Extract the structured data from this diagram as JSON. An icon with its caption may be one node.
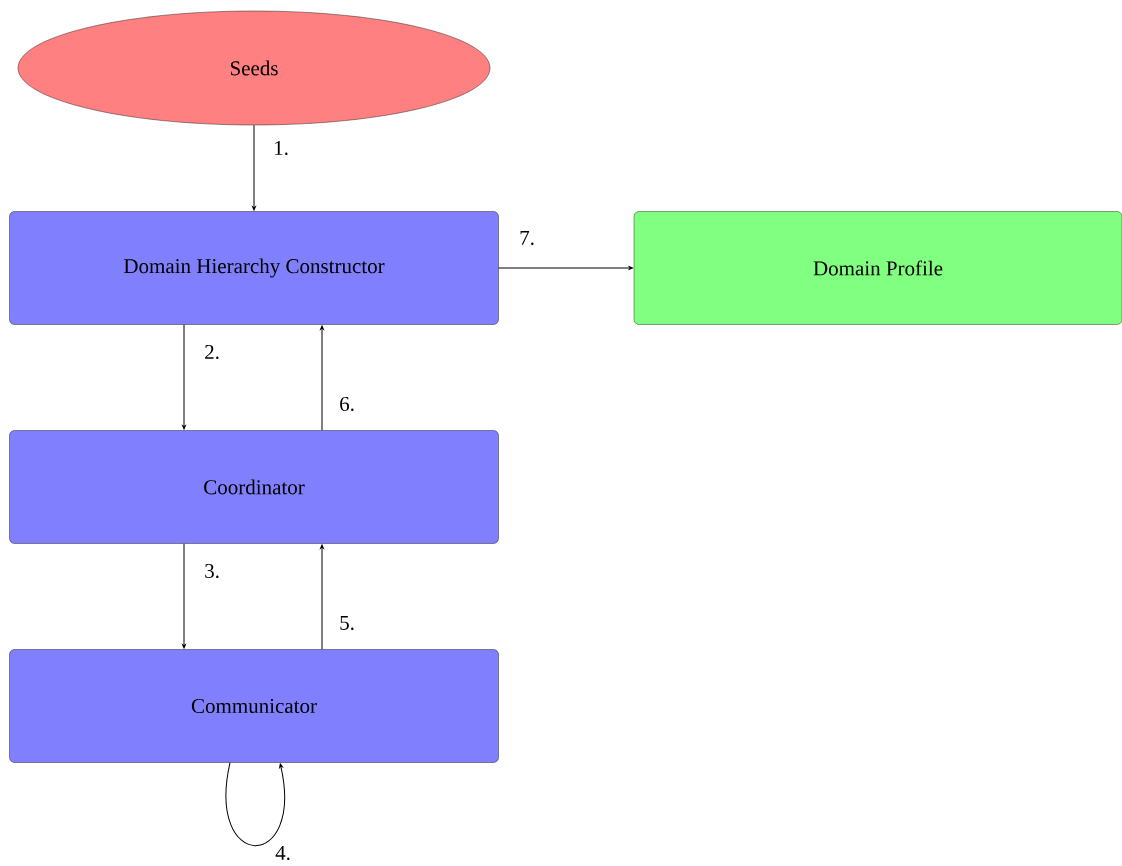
{
  "diagram": {
    "nodes": [
      {
        "text": [
          "Seeds"
        ]
      },
      {
        "text": [
          "Domain Hierarchy Constructor"
        ]
      },
      {
        "text": [
          "Domain Profile"
        ]
      },
      {
        "text": [
          "Coordinator"
        ]
      },
      {
        "text": [
          "Communicator"
        ]
      }
    ],
    "edges": [
      {
        "from": 0,
        "to": 1,
        "arrow": "to",
        "label": "1."
      },
      {
        "from": 1,
        "to": 3,
        "arrow": "to",
        "label": "2."
      },
      {
        "from": 3,
        "to": 4,
        "arrow": "to",
        "label": "3."
      },
      {
        "from": 4,
        "to": 4,
        "arrow": "to",
        "label": "4."
      },
      {
        "from": 4,
        "to": 3,
        "arrow": "to",
        "label": "5."
      },
      {
        "from": 3,
        "to": 1,
        "arrow": "to",
        "label": "6."
      },
      {
        "from": 1,
        "to": 2,
        "arrow": "to",
        "label": "7."
      }
    ]
  }
}
